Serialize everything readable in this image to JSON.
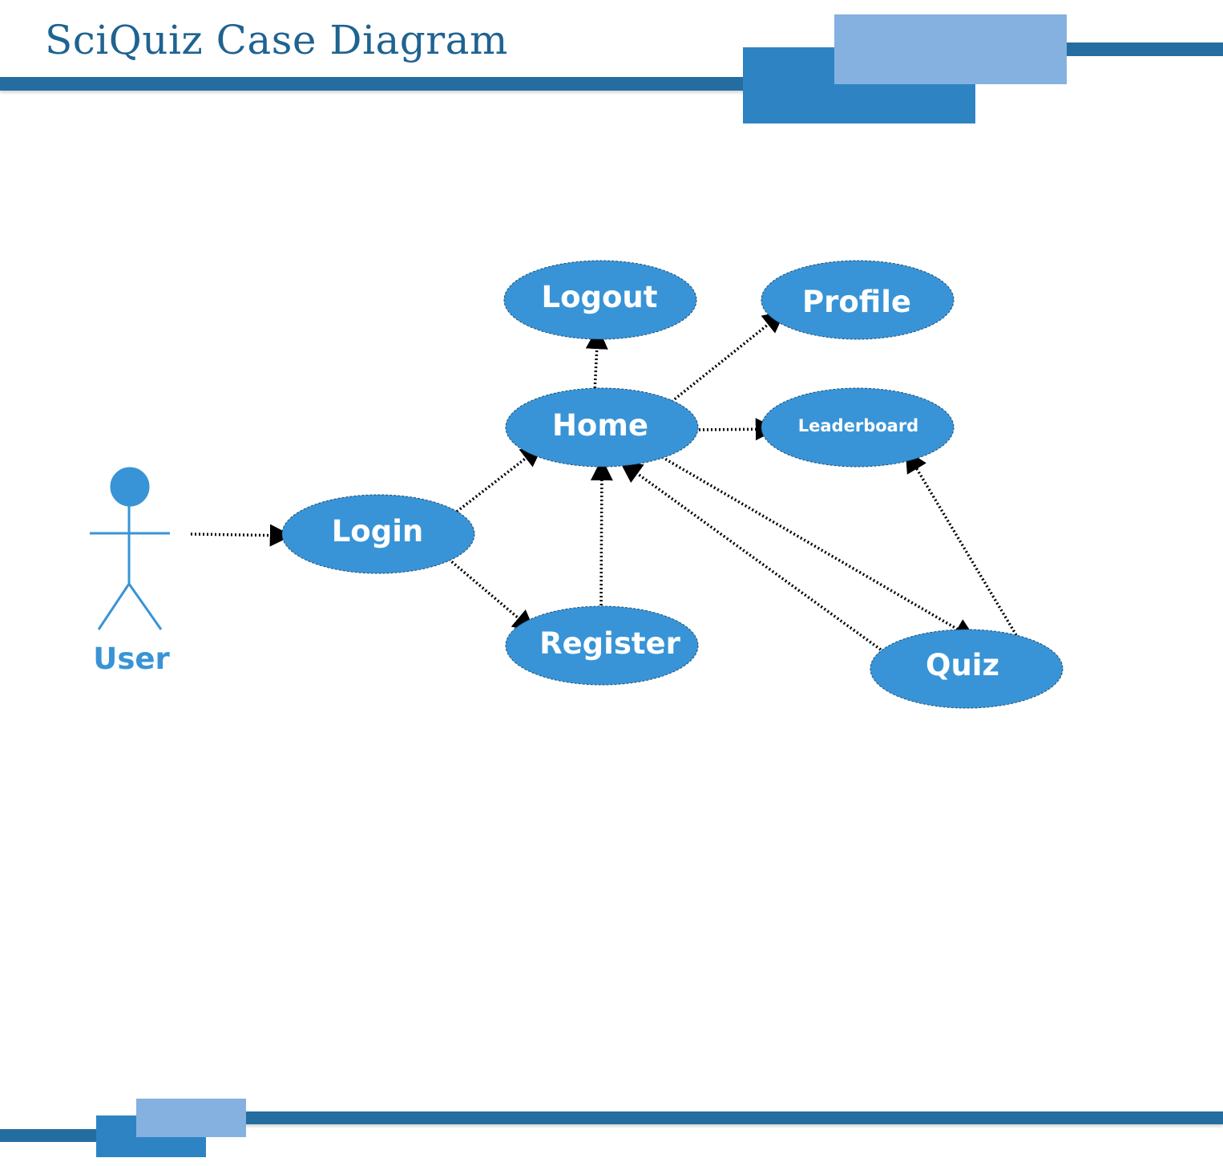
{
  "title": "SciQuiz Case Diagram",
  "colors": {
    "dark_bar": "#246da1",
    "mid_block": "#2e84c3",
    "light_block": "#84b1e0",
    "use_case_fill": "#3894d6",
    "actor": "#3894d6",
    "title": "#1f6391",
    "connector": "#000000"
  },
  "actor": {
    "label": "User",
    "icon": "stick-figure-icon"
  },
  "use_cases": {
    "logout": "Logout",
    "profile": "Profile",
    "home": "Home",
    "leaderboard": "Leaderboard",
    "login": "Login",
    "register": "Register",
    "quiz": "Quiz"
  },
  "connections": [
    {
      "from": "User",
      "to": "Login"
    },
    {
      "from": "Login",
      "to": "Home"
    },
    {
      "from": "Login",
      "to": "Register"
    },
    {
      "from": "Register",
      "to": "Home"
    },
    {
      "from": "Home",
      "to": "Logout"
    },
    {
      "from": "Home",
      "to": "Profile"
    },
    {
      "from": "Home",
      "to": "Leaderboard"
    },
    {
      "from": "Home",
      "to": "Quiz"
    },
    {
      "from": "Quiz",
      "to": "Home"
    },
    {
      "from": "Quiz",
      "to": "Leaderboard"
    }
  ]
}
